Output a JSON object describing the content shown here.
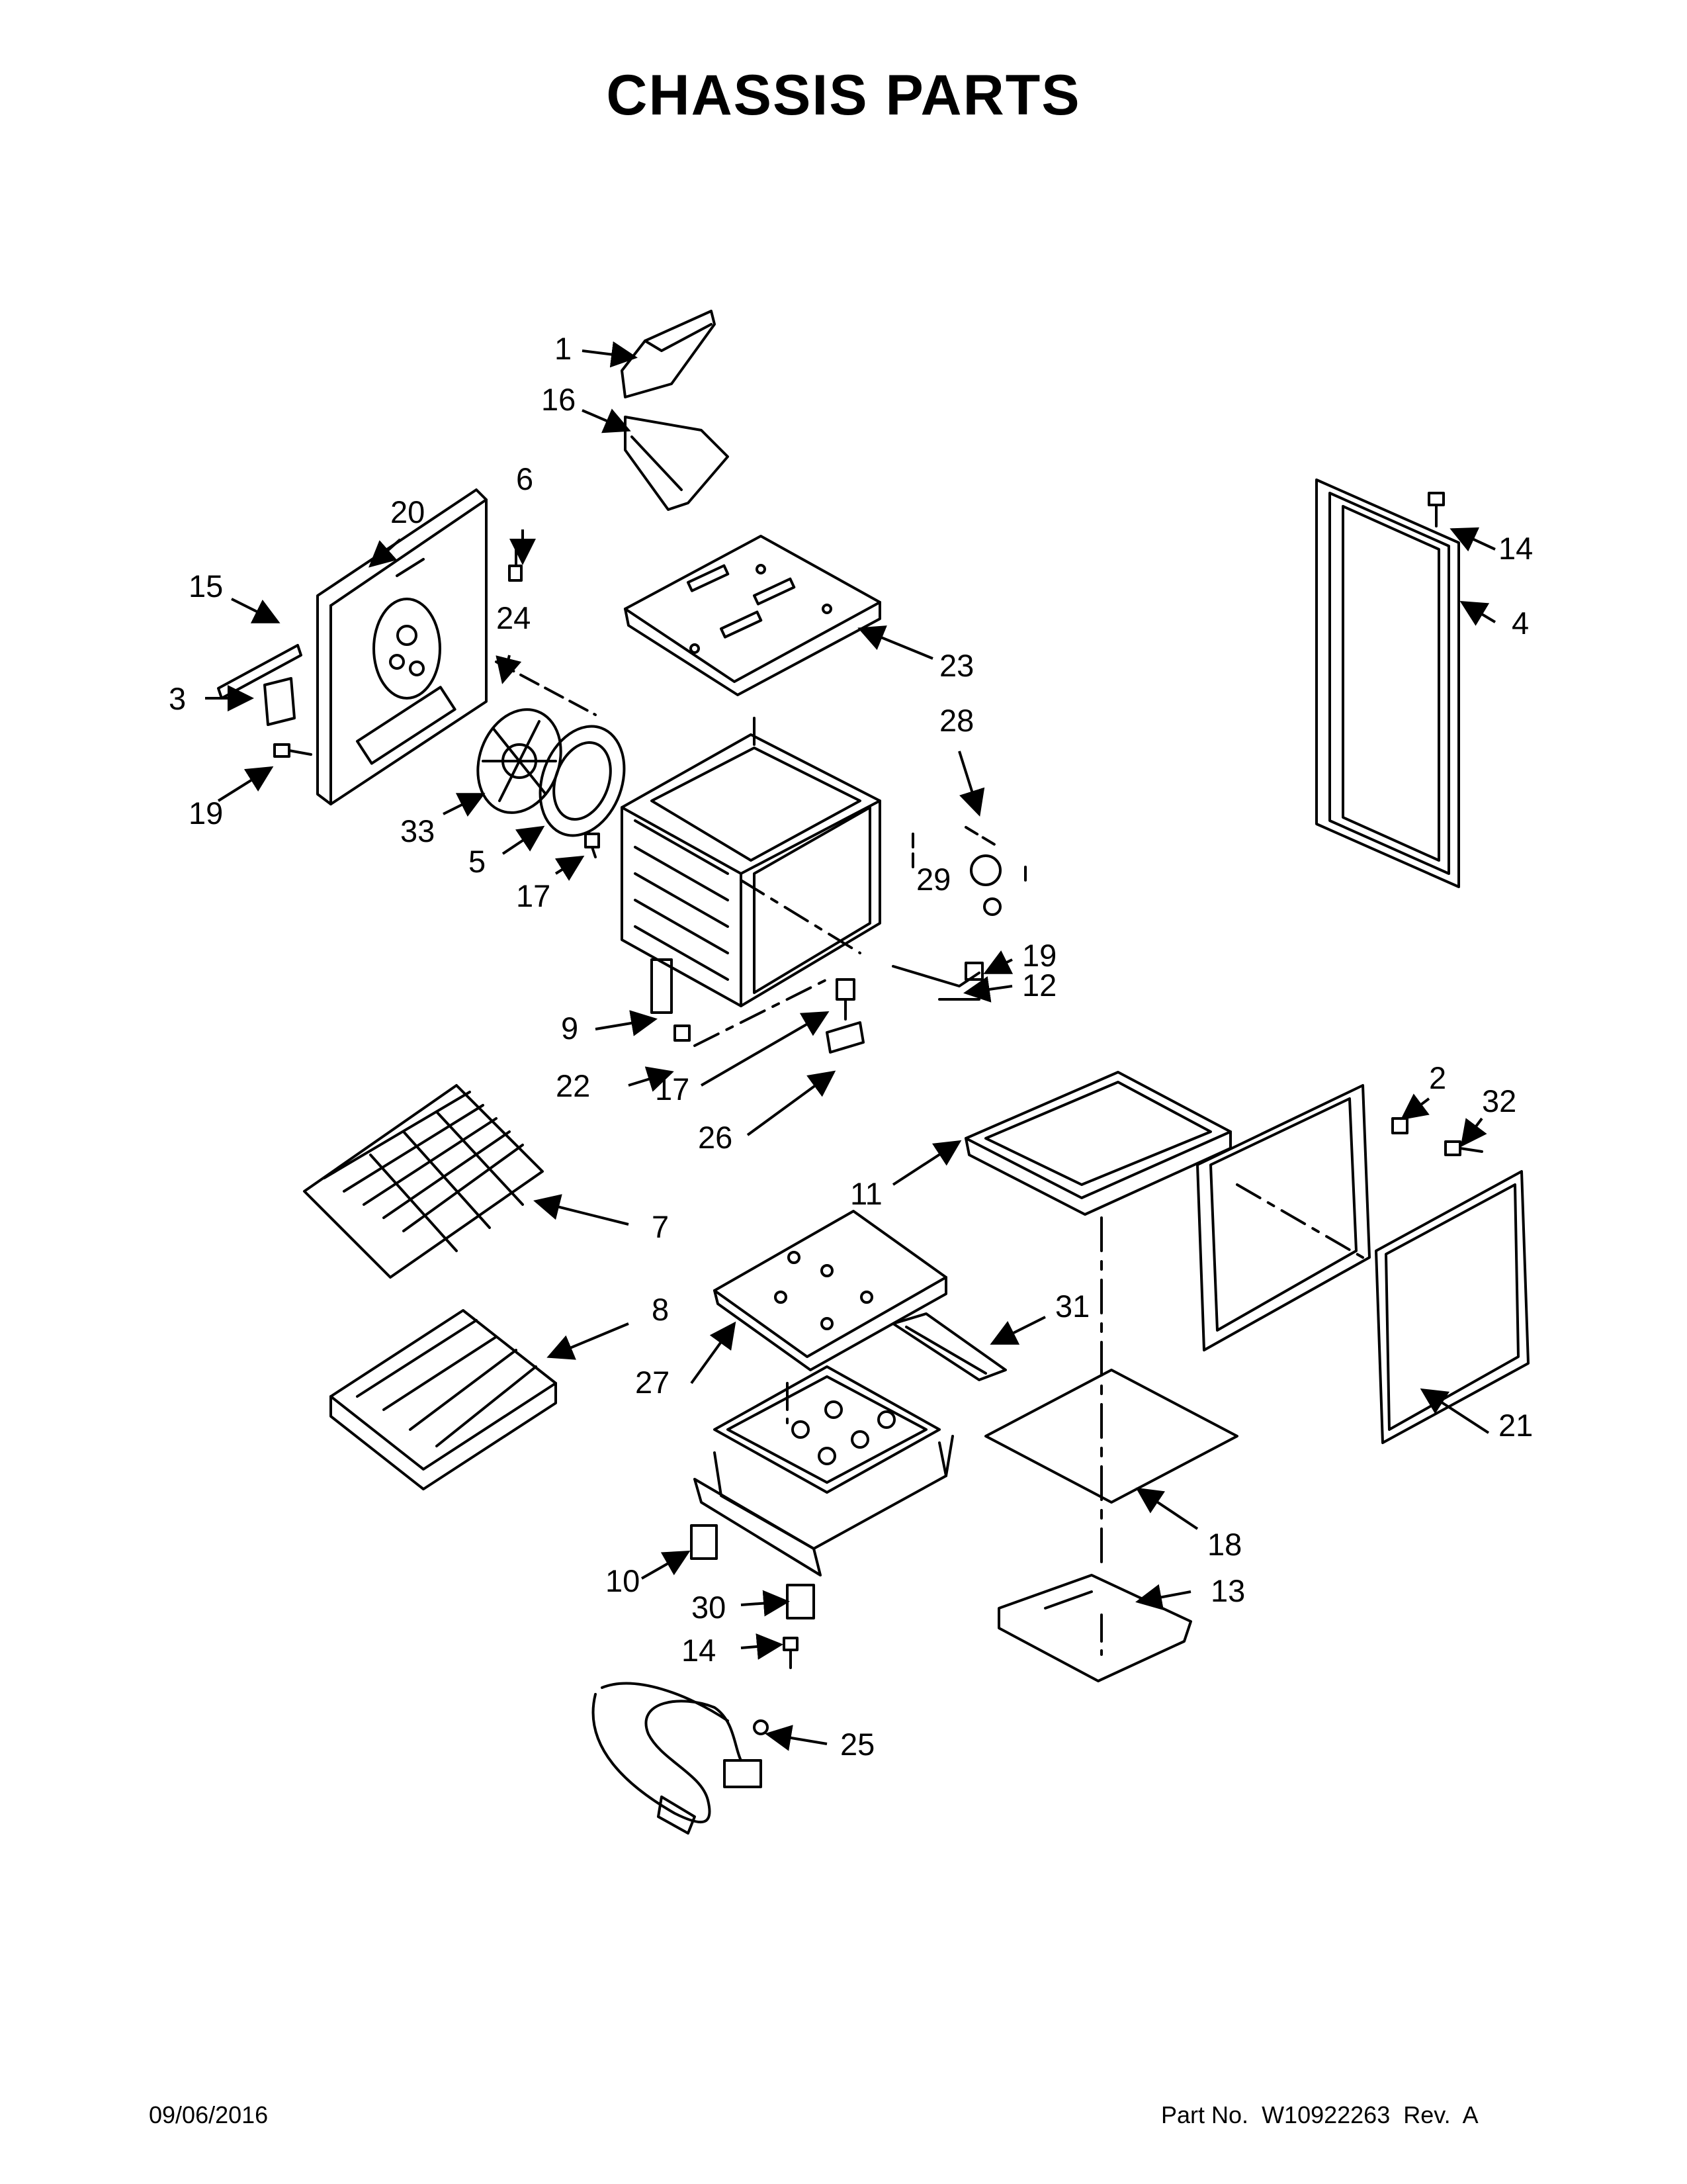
{
  "title": "CHASSIS PARTS",
  "callouts": [
    "1",
    "16",
    "6",
    "20",
    "15",
    "24",
    "3",
    "19",
    "33",
    "5",
    "17",
    "23",
    "28",
    "29",
    "19",
    "12",
    "9",
    "22",
    "17",
    "26",
    "14",
    "4",
    "2",
    "32",
    "11",
    "7",
    "8",
    "27",
    "31",
    "21",
    "18",
    "13",
    "10",
    "30",
    "14",
    "25"
  ],
  "footer": {
    "date": "09/06/2016",
    "part_label": "Part No.",
    "part_number": "W10922263",
    "rev_label": "Rev.",
    "rev": "A"
  }
}
